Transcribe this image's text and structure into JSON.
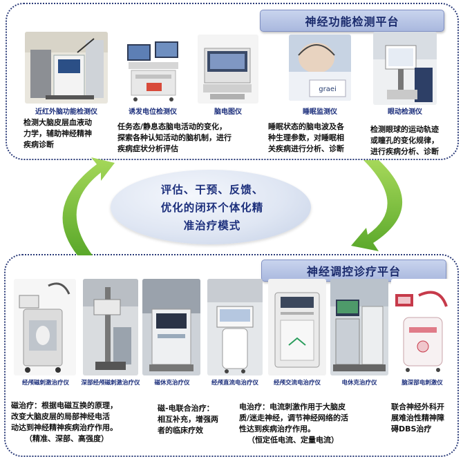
{
  "top_platform": {
    "title": "神经功能检测平台",
    "devices": [
      {
        "label": "近红外脑功能检测仪",
        "desc_lines": [
          "检测大脑皮层血液动",
          "力学，辅助神经精神",
          "疾病诊断"
        ]
      },
      {
        "label": "诱发电位检测仪",
        "desc_lines": [
          "任务态/静息态脑电活动的变化，",
          "探索各种认知活动的脑机制，进行",
          "疾病症状分析评估"
        ]
      },
      {
        "label": "脑电图仪",
        "desc_lines": []
      },
      {
        "label": "睡眠监测仪",
        "desc_lines": [
          "睡眠状态的脑电波及各",
          "种生理参数，对睡眠相",
          "关疾病进行分析、诊断"
        ]
      },
      {
        "label": "眼动检测仪",
        "desc_lines": [
          "检测眼球的运动轨迹",
          "或瞳孔的变化规律，",
          "进行疾病分析、诊断"
        ]
      }
    ],
    "photo_brand_text": "graei"
  },
  "center": {
    "lines": [
      "评估、干预、反馈、",
      "优化的闭环个体化精",
      "准治疗模式"
    ]
  },
  "bottom_platform": {
    "title": "神经调控诊疗平台",
    "devices": [
      {
        "label": "经颅磁刺激治疗仪"
      },
      {
        "label": "深部经颅磁刺激治疗仪"
      },
      {
        "label": "磁休克治疗仪"
      },
      {
        "label": "经颅直流电治疗仪"
      },
      {
        "label": "经颅交流电治疗仪"
      },
      {
        "label": "电休克治疗仪"
      },
      {
        "label": "脑深部电刺激仪"
      }
    ],
    "descriptions": [
      {
        "lines": [
          "磁治疗：根据电磁互换的原理，",
          "改变大脑皮层的局部神经电活",
          "动达到神经精神疾病治疗作用。",
          "（精准、深部、高强度）"
        ]
      },
      {
        "lines": [
          "磁-电联合治疗：",
          "相互补充，增强两",
          "者的临床疗效"
        ]
      },
      {
        "lines": [
          "电治疗：电流刺激作用于大脑皮",
          "质/迷走神经，调节神经网络的活",
          "性达到疾病治疗作用。",
          "（恒定低电流、定量电流）"
        ]
      },
      {
        "lines": [
          "联合神经外科开",
          "展难治性精神障",
          "碍DBS治疗"
        ]
      }
    ]
  },
  "colors": {
    "frame": "#2a3a78",
    "banner": "#b4c2e4",
    "label_blue": "#1c2f7c",
    "arrow_green": "#7cc23a"
  }
}
